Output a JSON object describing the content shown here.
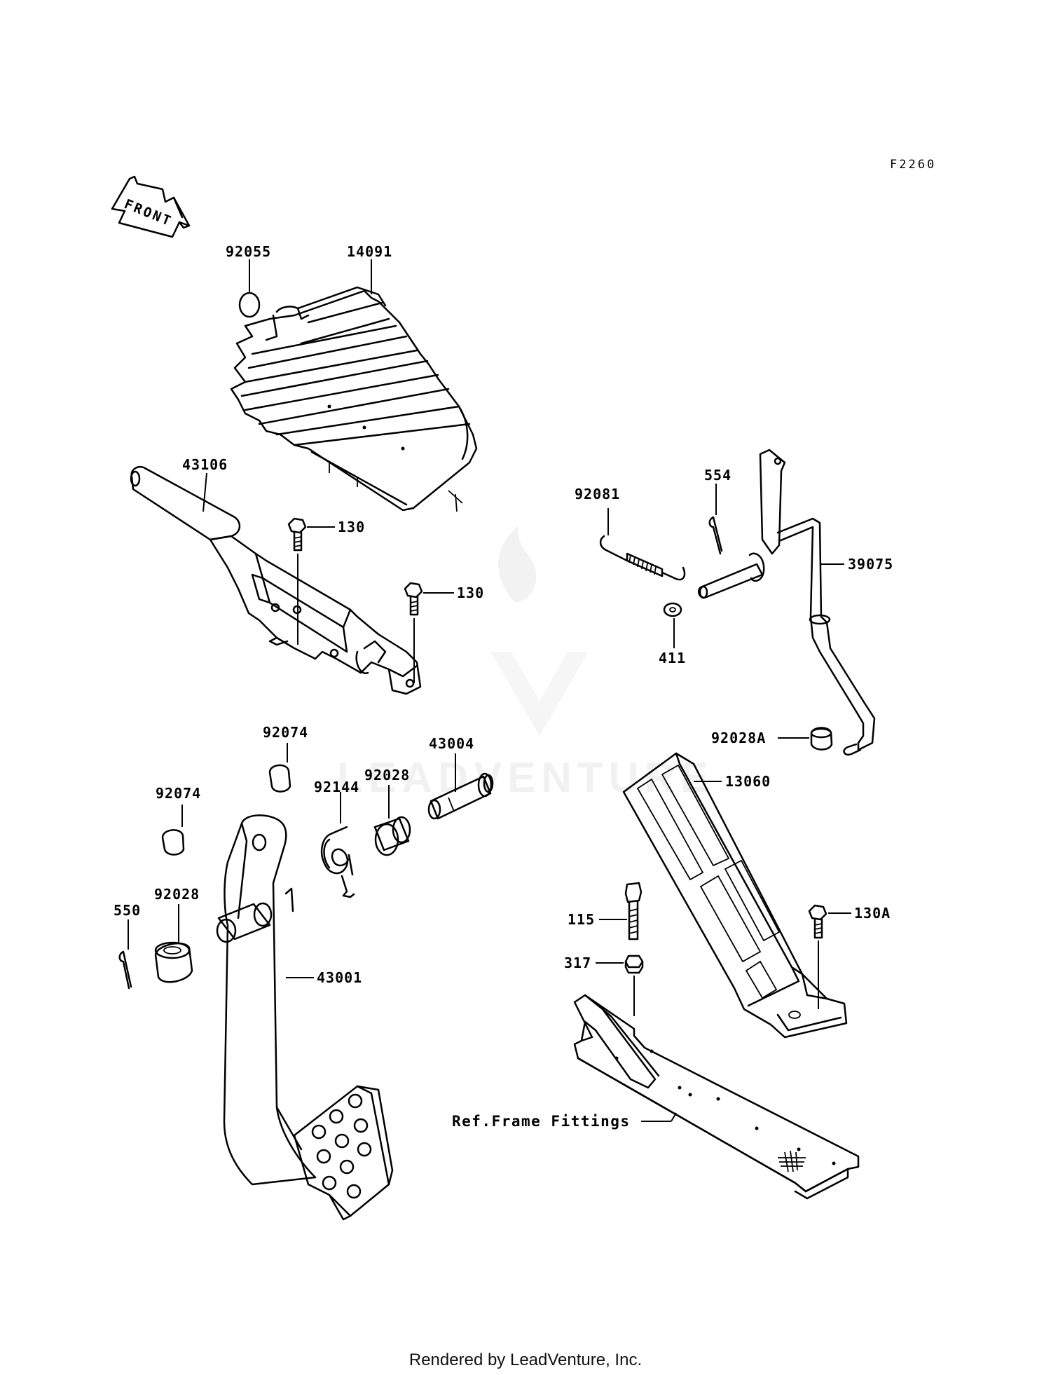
{
  "diagram": {
    "figure_code": "F2260",
    "front_arrow_label": "FRONT",
    "watermark": "LEADVENTURE",
    "footer": "Rendered by LeadVenture, Inc.",
    "labels": {
      "p92055": "92055",
      "p14091": "14091",
      "p43106": "43106",
      "p130a": "130",
      "p130b": "130",
      "p92081": "92081",
      "p554": "554",
      "p39075": "39075",
      "p411": "411",
      "p92074a": "92074",
      "p92074b": "92074",
      "p92144": "92144",
      "p92028a": "92028",
      "p43004": "43004",
      "p92028A": "92028A",
      "p13060": "13060",
      "p550": "550",
      "p92028b": "92028",
      "p43001": "43001",
      "p115": "115",
      "p317": "317",
      "p130A": "130A",
      "ref_frame": "Ref.Frame Fittings"
    }
  }
}
